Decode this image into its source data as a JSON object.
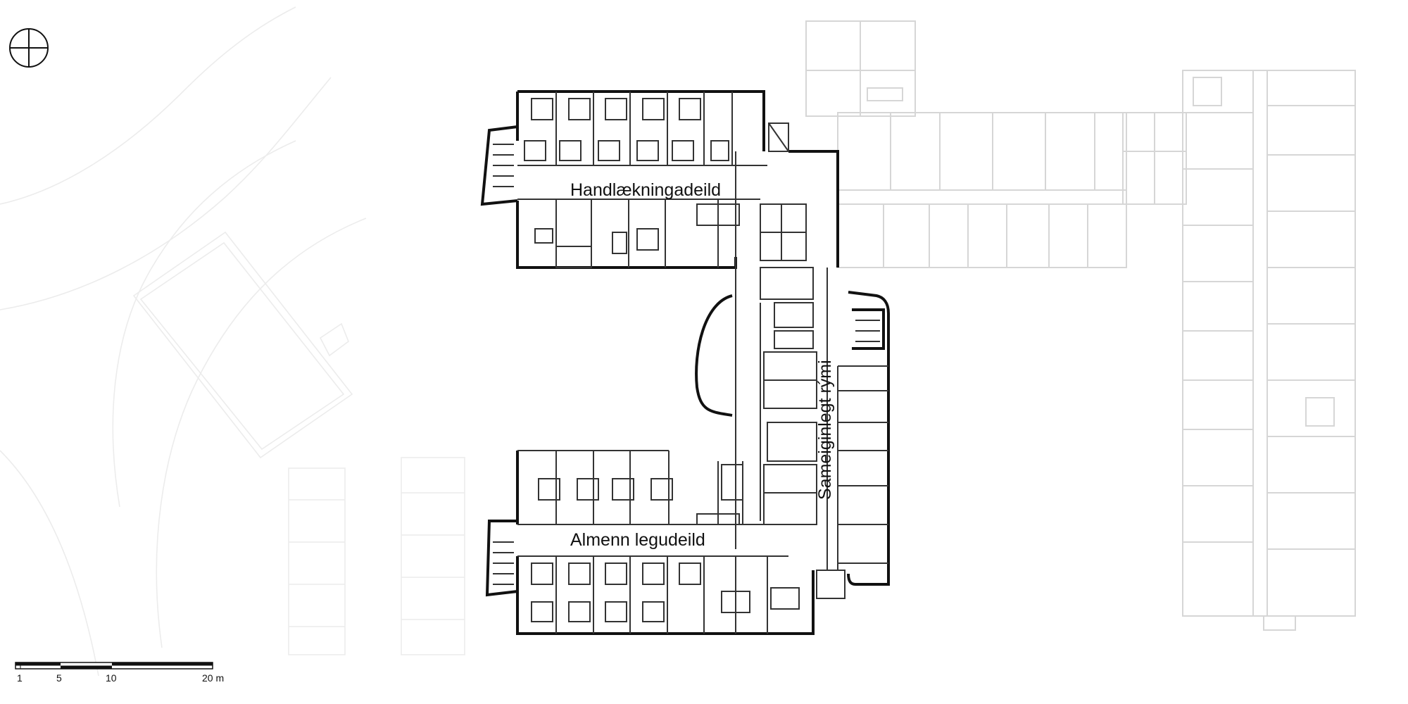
{
  "labels": {
    "ward_upper": "Handlækningadeild",
    "ward_lower": "Almenn legudeild",
    "common_space": "Sameiginlegt rými"
  },
  "scale_bar": {
    "ticks": [
      "1",
      "5",
      "10",
      "20 m"
    ]
  },
  "colors": {
    "wall": "#111111",
    "partition": "#333333",
    "context": "#d6d6d6",
    "site": "#ececec",
    "background": "#ffffff"
  },
  "icons": {
    "north_symbol": "north-arrow-icon"
  }
}
